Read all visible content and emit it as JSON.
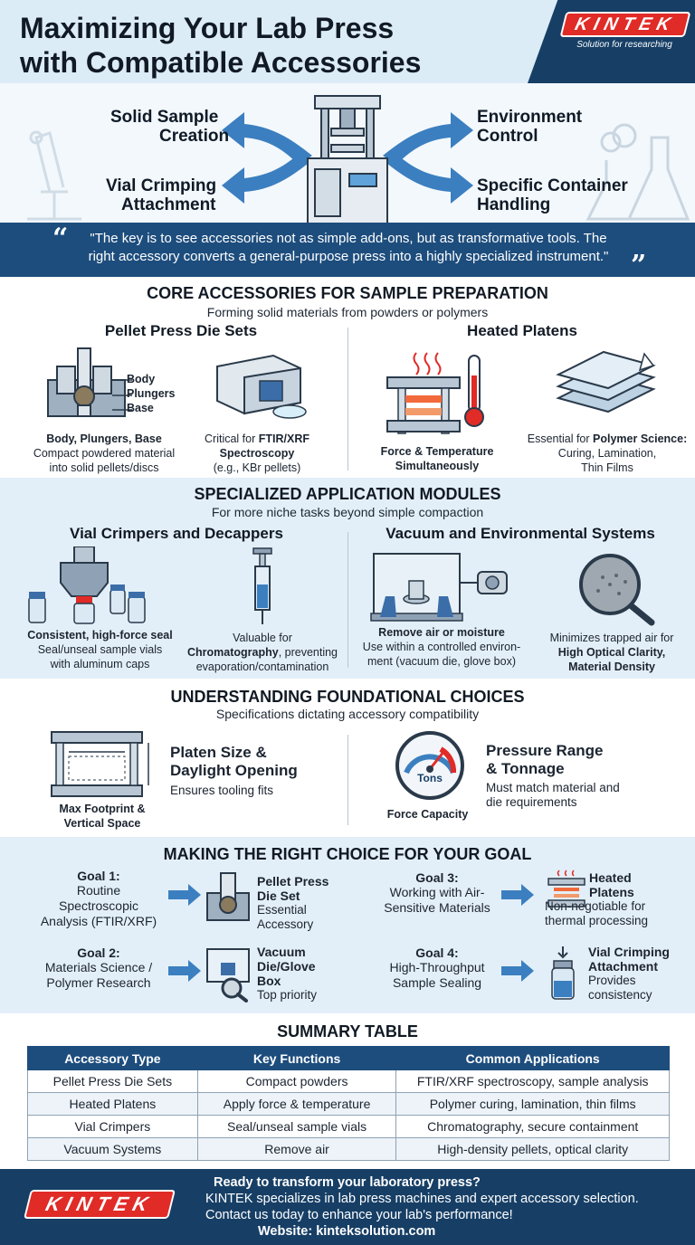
{
  "header": {
    "title_line1": "Maximizing Your Lab Press",
    "title_line2": "with Compatible Accessories",
    "brand": "KINTEK",
    "tagline": "Solution for researching"
  },
  "hero": {
    "label_top_left_1": "Solid Sample",
    "label_top_left_2": "Creation",
    "label_bottom_left_1": "Vial Crimping",
    "label_bottom_left_2": "Attachment",
    "label_top_right_1": "Environment",
    "label_top_right_2": "Control",
    "label_bottom_right_1": "Specific Container",
    "label_bottom_right_2": "Handling",
    "quote_line1": "\"The key is to see accessories not as simple add-ons, but as transformative tools. The",
    "quote_line2": "right accessory converts a general-purpose press into a highly specialized instrument.\""
  },
  "core": {
    "title": "CORE ACCESSORIES FOR SAMPLE PREPARATION",
    "subtitle": "Forming solid materials from powders or polymers",
    "pellet_head": "Pellet Press Die Sets",
    "heated_head": "Heated Platens",
    "die_label_body": "Body",
    "die_label_plungers": "Plungers",
    "die_label_base": "Base",
    "die_cap_bold": "Body, Plungers, Base",
    "die_cap_1": "Compact powdered material",
    "die_cap_2": "into solid pellets/discs",
    "ftir_cap_1": "Critical for ",
    "ftir_cap_bold1": "FTIR/XRF",
    "ftir_cap_bold2": "Spectroscopy",
    "ftir_cap_3": "(e.g., KBr pellets)",
    "heat_cap_1": "Force & Temperature",
    "heat_cap_2": "Simultaneously",
    "poly_cap_1": "Essential for ",
    "poly_cap_bold": "Polymer Science:",
    "poly_cap_2": "Curing, Lamination,",
    "poly_cap_3": "Thin Films"
  },
  "special": {
    "title": "SPECIALIZED APPLICATION MODULES",
    "subtitle": "For more niche tasks beyond simple compaction",
    "vial_head": "Vial Crimpers and Decappers",
    "vac_head": "Vacuum and Environmental Systems",
    "crimp_cap_bold": "Consistent, high-force seal",
    "crimp_cap_1": "Seal/unseal sample vials",
    "crimp_cap_2": "with aluminum caps",
    "chrom_cap_1": "Valuable for",
    "chrom_cap_bold": "Chromatography",
    "chrom_cap_2": ", preventing",
    "chrom_cap_3": "evaporation/contamination",
    "glove_cap_bold": "Remove air or moisture",
    "glove_cap_1": "Use within a controlled environ-",
    "glove_cap_2": "ment (vacuum die, glove box)",
    "mag_cap_1": "Minimizes trapped air for",
    "mag_cap_bold1": "High Optical Clarity,",
    "mag_cap_bold2": "Material Density"
  },
  "found": {
    "title": "UNDERSTANDING FOUNDATIONAL CHOICES",
    "subtitle": "Specifications dictating accessory compatibility",
    "platen_head_1": "Platen Size &",
    "platen_head_2": "Daylight Opening",
    "platen_body": "Ensures tooling fits",
    "platen_cap_1": "Max Footprint &",
    "platen_cap_2": "Vertical Space",
    "gauge_text": "Tons",
    "pressure_head_1": "Pressure Range",
    "pressure_head_2": "& Tonnage",
    "pressure_body_1": "Must match material and",
    "pressure_body_2": "die requirements",
    "force_cap": "Force Capacity"
  },
  "goals": {
    "title": "MAKING THE RIGHT CHOICE FOR YOUR GOAL",
    "g1_head": "Goal 1:",
    "g1_1": "Routine",
    "g1_2": "Spectroscopic",
    "g1_3": "Analysis (FTIR/XRF)",
    "g1_res_1": "Pellet Press",
    "g1_res_2": "Die Set",
    "g1_res_3": "Essential",
    "g1_res_4": "Accessory",
    "g2_head": "Goal 2:",
    "g2_1": "Materials Science /",
    "g2_2": "Polymer Research",
    "g2_res_1": "Vacuum",
    "g2_res_2": "Die/Glove",
    "g2_res_3": "Box",
    "g2_res_4": "Top priority",
    "g3_head": "Goal 3:",
    "g3_1": "Working with Air-",
    "g3_2": "Sensitive Materials",
    "g3_res_1": "Heated",
    "g3_res_2": "Platens",
    "g3_res_3": "Non-negotiable for",
    "g3_res_4": "thermal processing",
    "g4_head": "Goal 4:",
    "g4_1": "High-Throughput",
    "g4_2": "Sample Sealing",
    "g4_res_1": "Vial Crimping",
    "g4_res_2": "Attachment",
    "g4_res_3": "Provides",
    "g4_res_4": "consistency"
  },
  "summary": {
    "title": "SUMMARY TABLE",
    "headers": [
      "Accessory Type",
      "Key Functions",
      "Common Applications"
    ],
    "rows": [
      [
        "Pellet Press Die Sets",
        "Compact powders",
        "FTIR/XRF spectroscopy, sample analysis"
      ],
      [
        "Heated Platens",
        "Apply force & temperature",
        "Polymer curing, lamination, thin films"
      ],
      [
        "Vial Crimpers",
        "Seal/unseal sample vials",
        "Chromatography, secure containment"
      ],
      [
        "Vacuum Systems",
        "Remove air",
        "High-density pellets, optical clarity"
      ]
    ]
  },
  "footer": {
    "brand": "KINTEK",
    "line1": "Ready to transform your laboratory press?",
    "line2": "KINTEK specializes in lab press machines and expert accessory selection.",
    "line3": "Contact us today to enhance your lab's performance!",
    "line4": "Website: kinteksolution.com"
  },
  "colors": {
    "navy": "#173f66",
    "blue": "#1d4d7d",
    "arrow_blue": "#3b7fc0",
    "red": "#e02b27",
    "light_band": "#e3eff8"
  }
}
